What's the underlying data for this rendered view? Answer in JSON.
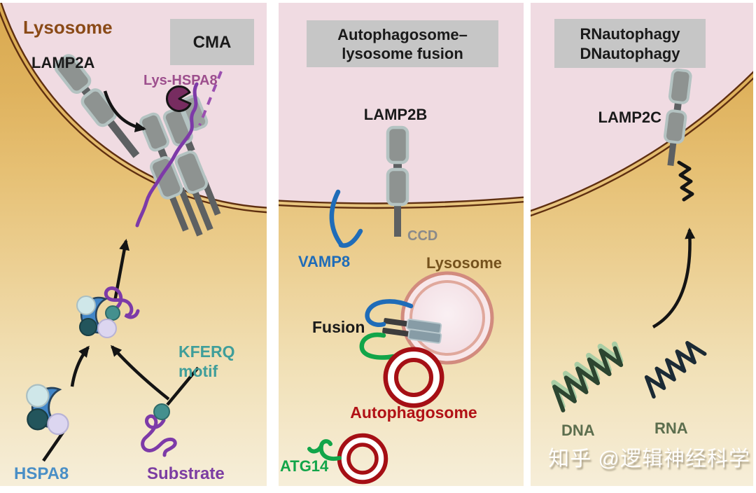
{
  "colors": {
    "black": "#1a1a1a",
    "brown_lysosome": "#8a4a17",
    "brown_lysosome2": "#75521d",
    "plum_lys_hspa8": "#9d4f8d",
    "teal_kferq": "#3f9e9a",
    "blue_hspa8": "#4a8fc6",
    "purple_substrate": "#7c3da2",
    "blue_vamp8": "#1f6cb8",
    "gray_ccd": "#8a8a8a",
    "red_autophagosome": "#b11116",
    "green_atg14": "#12a549",
    "green_nucleic": "#5c6e4e",
    "membrane_brown": "#5f2f10",
    "box_gray": "#c6c6c6",
    "pink_lumen": "#f0dbe2",
    "gold_cytosol": "#e6c074"
  },
  "panels": {
    "cma": {
      "lysosome_label": "Lysosome",
      "lamp2a_label": "LAMP2A",
      "box_title": "CMA",
      "lys_hspa8_label": "Lys-HSPA8",
      "kferq_label_line1": "KFERQ",
      "kferq_label_line2": "motif",
      "hspa8_label": "HSPA8",
      "substrate_label": "Substrate"
    },
    "fusion": {
      "box_title_line1": "Autophagosome–",
      "box_title_line2": "lysosome fusion",
      "lamp2b_label": "LAMP2B",
      "ccd_label": "CCD",
      "vamp8_label": "VAMP8",
      "lysosome_label": "Lysosome",
      "fusion_label": "Fusion",
      "autophagosome_label": "Autophagosome",
      "atg14_label": "ATG14"
    },
    "nucleic_acid": {
      "box_title_line1": "RNautophagy",
      "box_title_line2": "DNautophagy",
      "lamp2c_label": "LAMP2C",
      "dna_label": "DNA",
      "rna_label": "RNA"
    }
  },
  "watermark": "知乎 @逻辑神经科学"
}
